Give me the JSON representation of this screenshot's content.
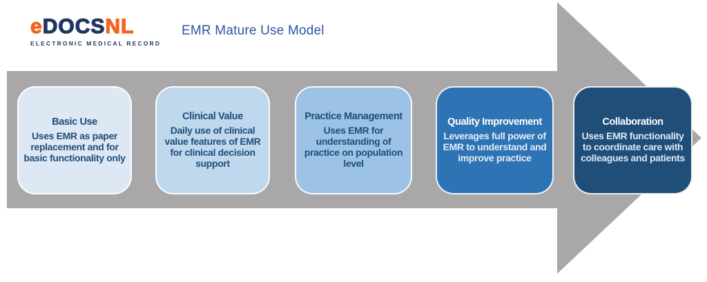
{
  "header": {
    "logo": {
      "text_e": "e",
      "text_docs": "DOCS",
      "text_nl": "NL",
      "tagline": "ELECTRONIC MEDICAL RECORD"
    },
    "title": "EMR Mature Use Model"
  },
  "colors": {
    "page_bg": "#ffffff",
    "logo_orange": "#f26522",
    "logo_navy": "#21365f",
    "title_blue": "#2e55a0",
    "arrow_gray": "#a9a7a7"
  },
  "stages": [
    {
      "name": "basic-use",
      "title": "Basic Use",
      "description": "Uses EMR as paper replacement and for basic functionality only",
      "bg": "#dee8f4",
      "title_color": "#1f4e79",
      "body_color": "#1f4e79"
    },
    {
      "name": "clinical-value",
      "title": "Clinical Value",
      "description": "Daily use of clinical value features of EMR for clinical decision support",
      "bg": "#bfd8ee",
      "title_color": "#1f4e79",
      "body_color": "#1f4e79"
    },
    {
      "name": "practice-management",
      "title": "Practice Management",
      "description": "Uses EMR for understanding of practice on population level",
      "bg": "#9cc3e5",
      "title_color": "#1f4e79",
      "body_color": "#1f4e79"
    },
    {
      "name": "quality-improvement",
      "title": "Quality Improvement",
      "description": "Leverages full power of EMR to understand and improve practice",
      "bg": "#2e74b5",
      "title_color": "#ffffff",
      "body_color": "#e3edf7"
    },
    {
      "name": "collaboration",
      "title": "Collaboration",
      "description": "Uses EMR functionality to coordinate care with colleagues and patients",
      "bg": "#1f4e79",
      "title_color": "#ffffff",
      "body_color": "#dce9f5"
    }
  ]
}
